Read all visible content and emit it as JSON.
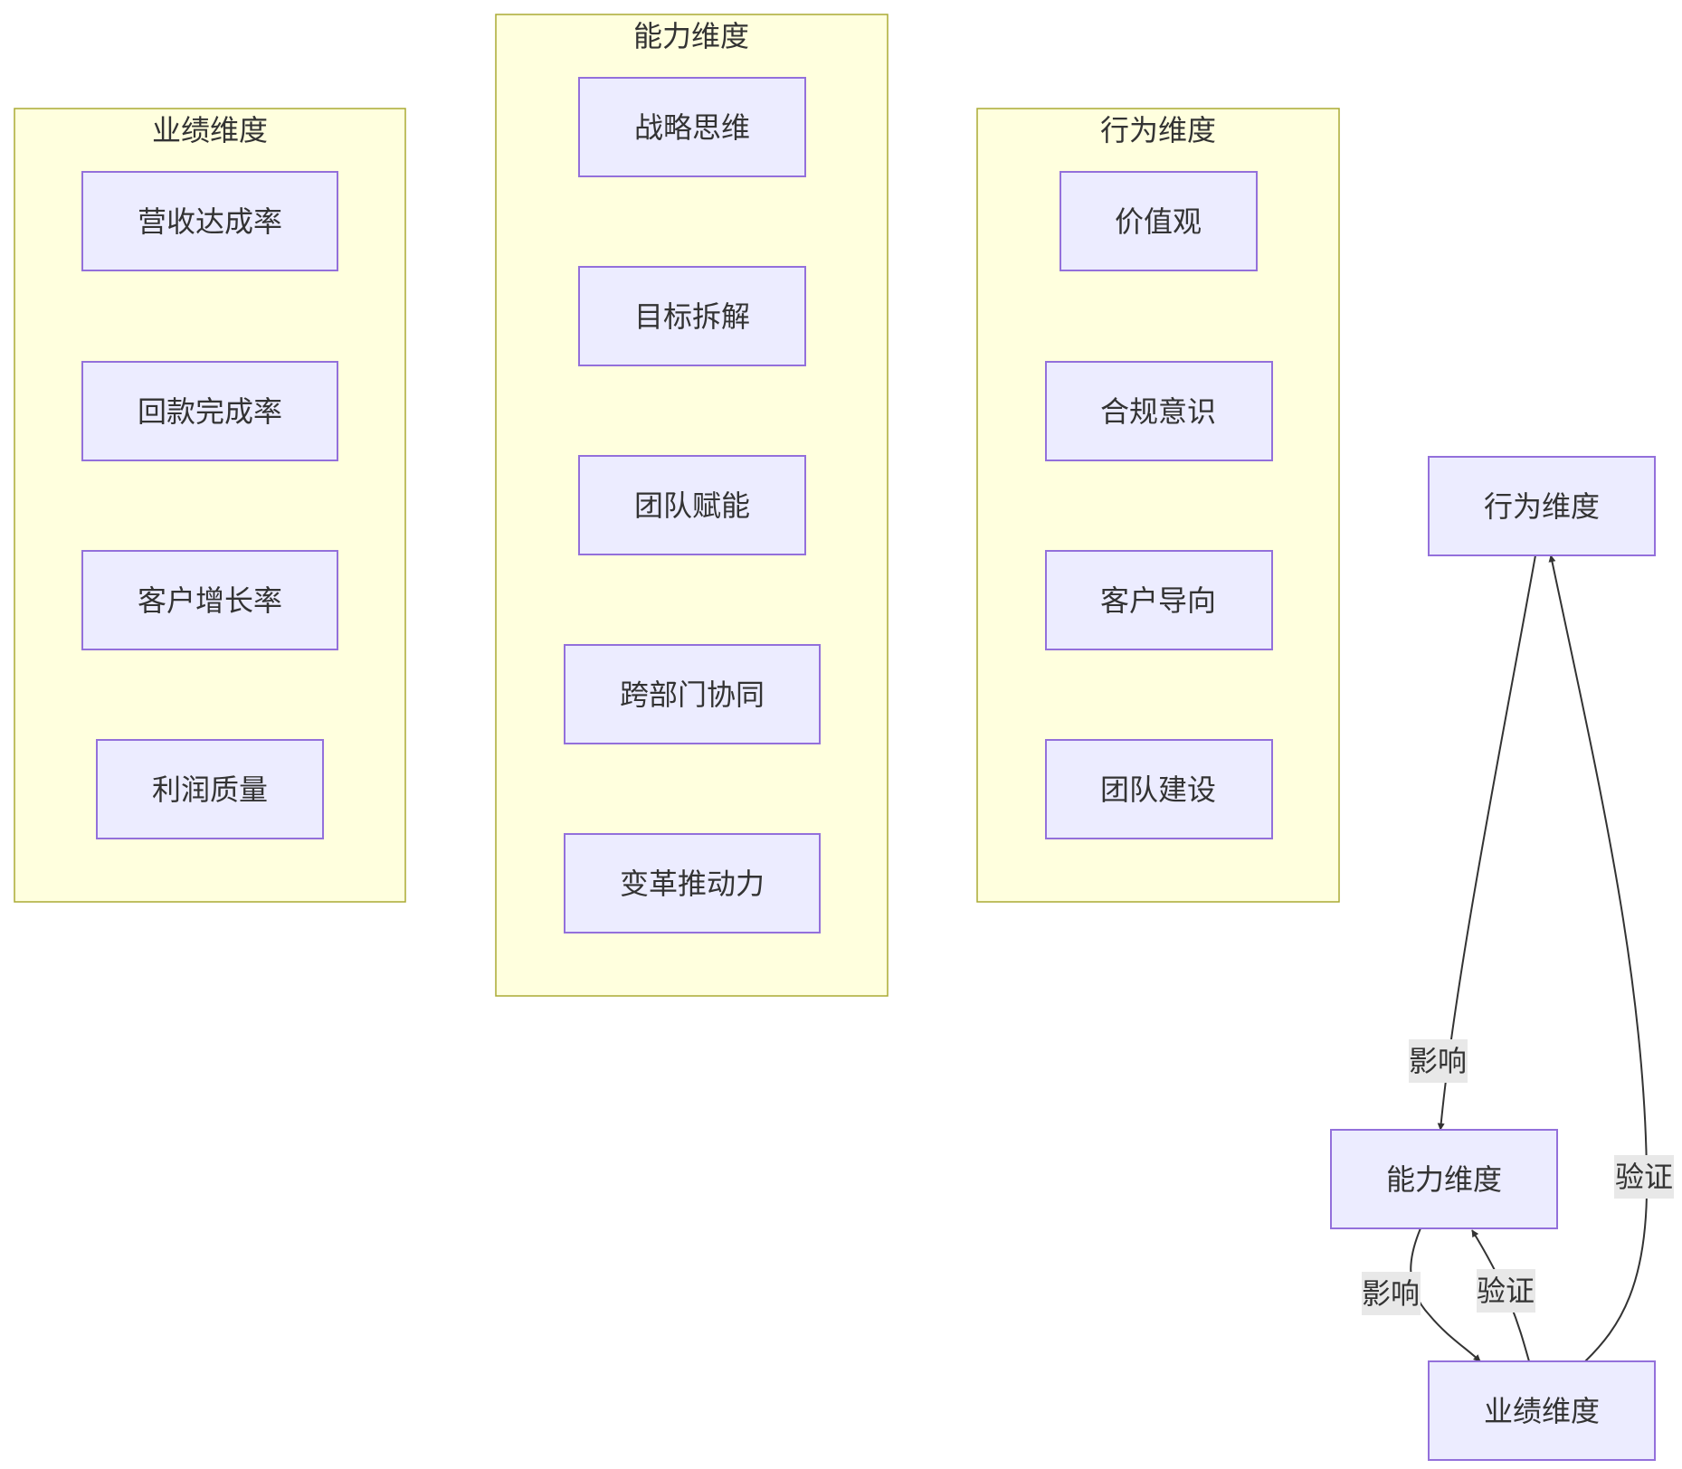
{
  "clusters": {
    "performance": {
      "title": "业绩维度",
      "items": [
        "营收达成率",
        "回款完成率",
        "客户增长率",
        "利润质量"
      ]
    },
    "capability": {
      "title": "能力维度",
      "items": [
        "战略思维",
        "目标拆解",
        "团队赋能",
        "跨部门协同",
        "变革推动力"
      ]
    },
    "behavior": {
      "title": "行为维度",
      "items": [
        "价值观",
        "合规意识",
        "客户导向",
        "团队建设"
      ]
    }
  },
  "flow": {
    "nodes": {
      "behavior": "行为维度",
      "capability": "能力维度",
      "performance": "业绩维度"
    },
    "edges": [
      {
        "from": "behavior",
        "to": "capability",
        "label": "影响"
      },
      {
        "from": "capability",
        "to": "performance",
        "label": "影响"
      },
      {
        "from": "performance",
        "to": "capability",
        "label": "验证"
      },
      {
        "from": "performance",
        "to": "behavior",
        "label": "验证"
      }
    ]
  },
  "colors": {
    "cluster_fill": "#ffffde",
    "cluster_stroke": "#aaaa33",
    "node_fill": "#ececff",
    "node_stroke": "#9370db",
    "edge": "#333333",
    "edge_label_bg": "#e8e8e8"
  }
}
